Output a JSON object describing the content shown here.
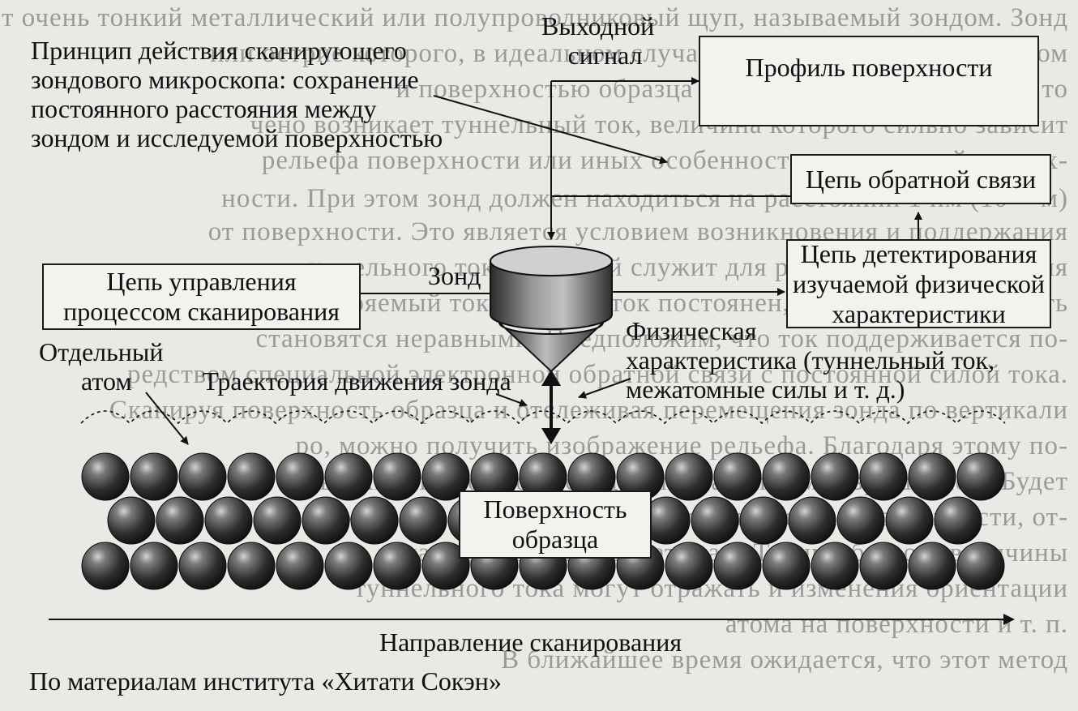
{
  "background_text_lines": [
    "ляет очень тонкий металлический или полупроводниковый щуп, называемый зондом. Зонд",
    "или острие которого, в идеальном случае заканчивается одним атомом",
    "и поверхностью образца электрическое напряжение, то",
    "чено возникает туннельный ток, величина которого сильно зависит",
    "рельефа поверхности или иных особенности исследуемой поверх-",
    "ности. При этом зонд должен находиться на расстоянии 1 нм (10⁻⁹ м)",
    "от поверхности. Это является условием возникновения и поддержания",
    "туннельного тока, который служит для регистрации расстояния",
    "измеряемый ток. Если же ток постоянен, то зонд и поверхность",
    "становятся неравными. Предположим, что ток поддерживается по-",
    "редством специальной электронной обратной связи с постоянной силой тока.",
    "Сканируя поверхность образца и отслеживая перемещения зонда по вертикали",
    "ро, можно получить изображение рельефа. Благодаря этому по-",
    "верхность можно исследовать с атомным разрешением. Будет",
    "важно, что изображение строится по точкам поверхности, от-",
    "вечающим отдельным атомам. Таким образом, величины",
    "туннельного тока могут отражать и изменения ориентации",
    "атома на поверхности и т. п.",
    "В ближайшее время ожидается, что этот метод"
  ],
  "title_lines": [
    "Принцип действия сканирующего",
    "зондового микроскопа: сохранение",
    "постоянного расстояния между",
    "зондом и исследуемой поверхностью"
  ],
  "output_signal_lines": [
    "Выходной",
    "сигнал"
  ],
  "boxes": {
    "surface_profile": "Профиль поверхности",
    "feedback_circuit": "Цепь обратной связи",
    "detection_circuit_lines": [
      "Цепь детектирования",
      "изучаемой физической",
      "характеристики"
    ],
    "scan_control_lines": [
      "Цепь управления",
      "процессом сканирования"
    ],
    "sample_surface_lines": [
      "Поверхность",
      "образца"
    ]
  },
  "probe_label": "Зонд",
  "physical_characteristic_lines": [
    "Физическая",
    "характеристика (туннельный ток,",
    "межатомные силы и т. д.)"
  ],
  "single_atom_lines": [
    "Отдельный",
    "атом"
  ],
  "probe_trajectory": "Траектория движения зонда",
  "scan_direction": "Направление сканирования",
  "source_credit": "По материалам института «Хитати Сокэн»",
  "colors": {
    "ink": "#111111",
    "paper": "#e9e9e6",
    "atom_dark": "#232323",
    "atom_light": "#c9c9c9",
    "background_text": "#9a9a98"
  }
}
